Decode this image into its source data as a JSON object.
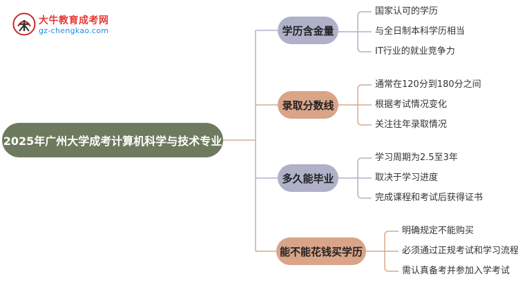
{
  "logo": {
    "title": "大牛教育成考网",
    "url": "gz-chengkao.com",
    "mark_glyph": "大牛"
  },
  "colors": {
    "root": "#6e7a5e",
    "branch_blue": "#aeb1c8",
    "branch_orange": "#d9a488",
    "line_blue": "#b3b0c6",
    "line_orange": "#d7a98e"
  },
  "root": {
    "label": "2025年广州大学成考计算机科学与技术专业"
  },
  "branches": [
    {
      "label": "学历含金量",
      "items": [
        "国家认可的学历",
        "与全日制本科学历相当",
        "IT行业的就业竞争力"
      ]
    },
    {
      "label": "录取分数线",
      "items": [
        "通常在120分到180分之间",
        "根据考试情况变化",
        "关注往年录取情况"
      ]
    },
    {
      "label": "多久能毕业",
      "items": [
        "学习周期为2.5至3年",
        "取决于学习进度",
        "完成课程和考试后获得证书"
      ]
    },
    {
      "label": "能不能花钱买学历",
      "items": [
        "明确规定不能购买",
        "必须通过正规考试和学习流程",
        "需认真备考并参加入学考试"
      ]
    }
  ]
}
